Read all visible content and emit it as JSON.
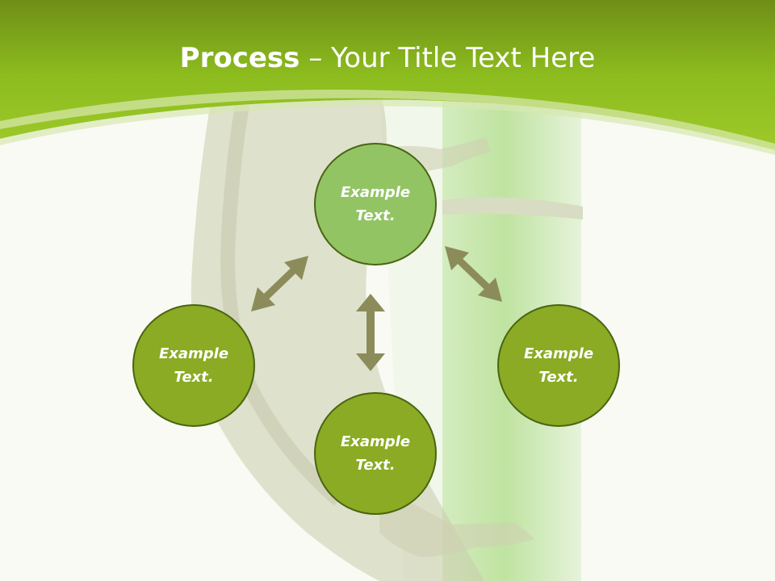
{
  "title": {
    "bold": "Process",
    "dash": " – ",
    "rest": "Your Title Text Here"
  },
  "nodes": {
    "top": "Example\nText.",
    "left": "Example\nText.",
    "right": "Example\nText.",
    "bottom": "Example\nText."
  },
  "colors": {
    "header_green": "#8cbc1e",
    "node_top_fill": "#92c464",
    "node_fill": "#8aab23",
    "node_border": "#4a6412",
    "arrow": "#8c8c5a"
  }
}
